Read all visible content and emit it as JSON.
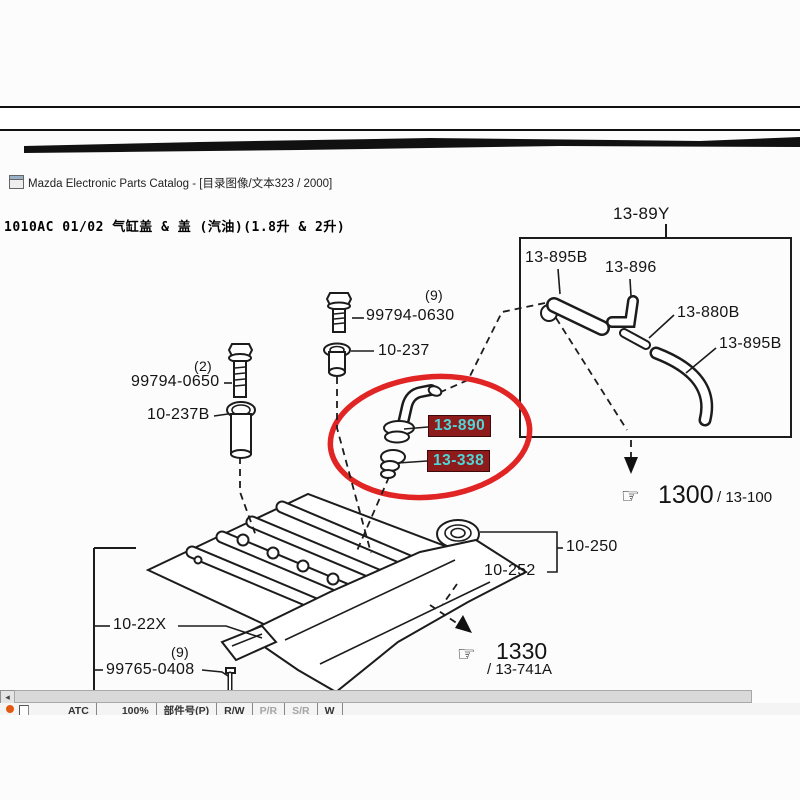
{
  "window": {
    "title": "Mazda Electronic Parts Catalog - [目录图像/文本323 / 2000]"
  },
  "header": {
    "line": "1010AC 01/02 气缸盖 & 盖 (汽油)(1.8升 & 2升)"
  },
  "icons": {
    "pointer_hand": "☞",
    "scroll_left_arrow": "◂"
  },
  "diagram": {
    "group_label": "13-89Y",
    "box": {
      "hose_upper": "13-895B",
      "elbow": "13-896",
      "fitting": "13-880B",
      "hose_lower": "13-895B"
    },
    "parts": {
      "bolt_top_qty": "(9)",
      "bolt_top": "99794-0630",
      "seal": "10-237",
      "bolt_left_qty": "(2)",
      "bolt_left": "99794-0650",
      "tube": "10-237B",
      "oil_cap": "10-250",
      "cap_gasket": "10-252",
      "cover_baffle": "10-22X",
      "screw_qty": "(9)",
      "screw": "99765-0408"
    },
    "highlighted": {
      "pcv_valve": "13-890",
      "grommet": "13-338"
    },
    "refs": {
      "ref1_main": "1300",
      "ref1_sub": "/ 13-100",
      "ref2_main": "1330",
      "ref2_sub": "/ 13-741A"
    },
    "colors": {
      "highlight_bg": "#8d1b1b",
      "highlight_text": "#4fd6d6",
      "ellipse_red": "#e12424",
      "line": "#1c1c1c"
    }
  },
  "toolbar": {
    "items": [
      {
        "label": "ATC",
        "enabled": true
      },
      {
        "label": "100%",
        "enabled": true
      },
      {
        "label": "部件号(P)",
        "enabled": true
      },
      {
        "label": "R/W",
        "enabled": true
      },
      {
        "label": "P/R",
        "enabled": false
      },
      {
        "label": "S/R",
        "enabled": false
      },
      {
        "label": "W",
        "enabled": true
      }
    ]
  }
}
